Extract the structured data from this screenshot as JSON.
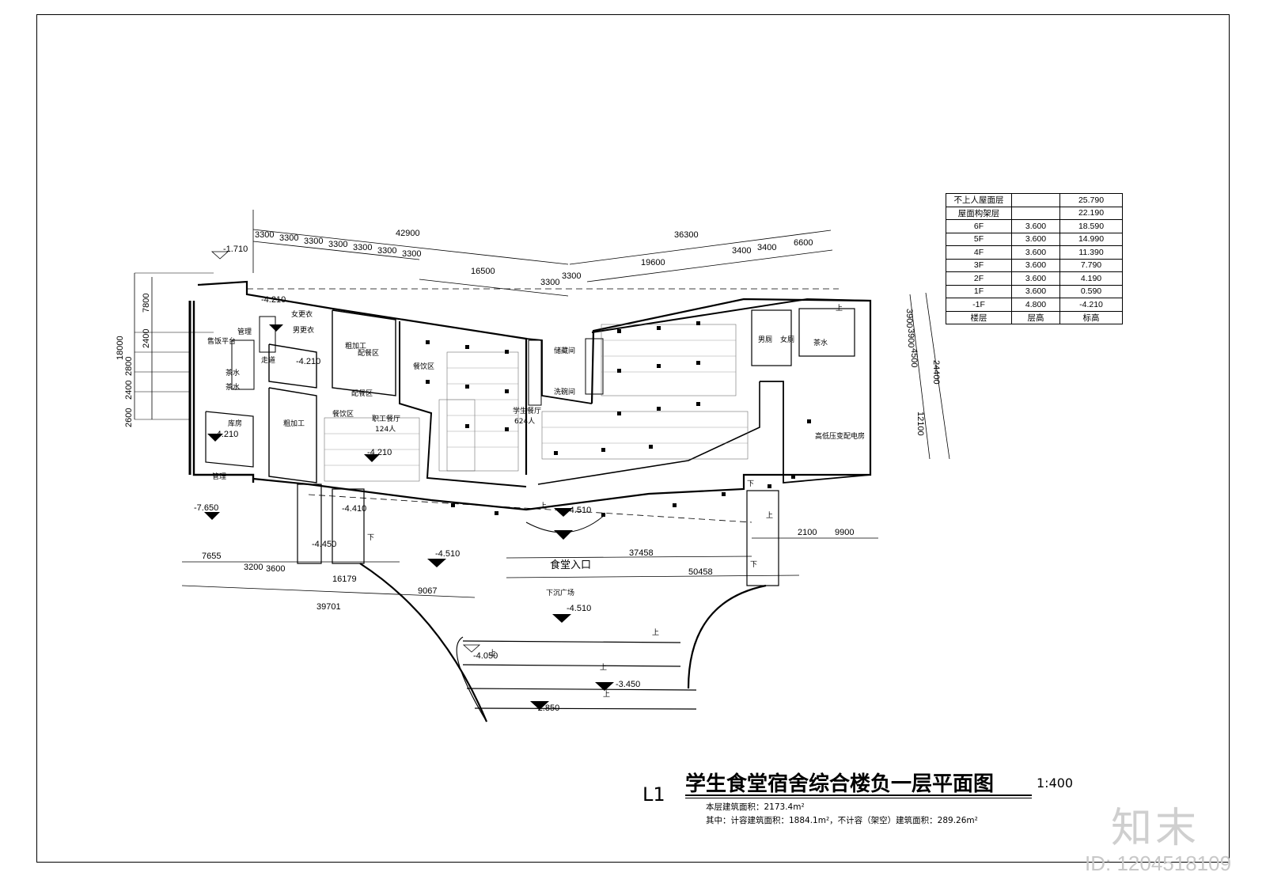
{
  "title": {
    "code": "L1",
    "main": "学生食堂宿舍综合楼负一层平面图",
    "scale": "1:400",
    "area_total": "本层建筑面积：2173.4m²",
    "area_detail": "其中：计容建筑面积：1884.1m²，不计容（架空）建筑面积：289.26m²"
  },
  "levels_table": [
    [
      "不上人屋面层",
      "",
      "25.790"
    ],
    [
      "屋面构架层",
      "",
      "22.190"
    ],
    [
      "6F",
      "3.600",
      "18.590"
    ],
    [
      "5F",
      "3.600",
      "14.990"
    ],
    [
      "4F",
      "3.600",
      "11.390"
    ],
    [
      "3F",
      "3.600",
      "7.790"
    ],
    [
      "2F",
      "3.600",
      "4.190"
    ],
    [
      "1F",
      "3.600",
      "0.590"
    ],
    [
      "-1F",
      "4.800",
      "-4.210"
    ],
    [
      "楼层",
      "层高",
      "标高"
    ]
  ],
  "dims_top_left": [
    "3300",
    "3300",
    "3300",
    "3300",
    "3300",
    "3300",
    "3300"
  ],
  "dim_top_left_total": "42900",
  "dim_top_left_sub": "16500",
  "dims_top_mid": [
    "3300",
    "3300"
  ],
  "dim_top_right_total": "36300",
  "dims_top_right": [
    "19600",
    "3400",
    "3400",
    "6600"
  ],
  "dims_left": [
    "7800",
    "18000",
    "2400",
    "2800",
    "2400",
    "2600"
  ],
  "dims_right": [
    "3900",
    "3900",
    "4500",
    "24400",
    "12100"
  ],
  "dims_bottom": [
    "7655",
    "3200",
    "3600",
    "16179",
    "9067",
    "39701",
    "37458",
    "50458",
    "2100",
    "9900"
  ],
  "elevations": [
    "-1.710",
    "-4.210",
    "-4.210",
    "-4.210",
    "-4.210",
    "-7.650",
    "-4.510",
    "-4.510",
    "-4.510",
    "-4.050",
    "-3.450",
    "-2.850",
    "-4.410",
    "-4.450"
  ],
  "rooms": [
    "管理",
    "售饭平台",
    "走道",
    "粗加工",
    "配餐区",
    "配餐区",
    "餐饮区",
    "学生餐厅",
    "624人",
    "职工餐厅",
    "124人",
    "餐饮区",
    "储藏间",
    "洗碗间",
    "男厕",
    "女厕",
    "茶水",
    "高低压变配电房",
    "库房",
    "粗加工",
    "管理",
    "女更衣",
    "男更衣",
    "茶水",
    "茶水"
  ],
  "labels": {
    "entrance": "食堂入口",
    "plaza": "下沉广场",
    "up": "上",
    "down": "下"
  },
  "brand": "知末",
  "asset_id": "ID: 1204518109"
}
